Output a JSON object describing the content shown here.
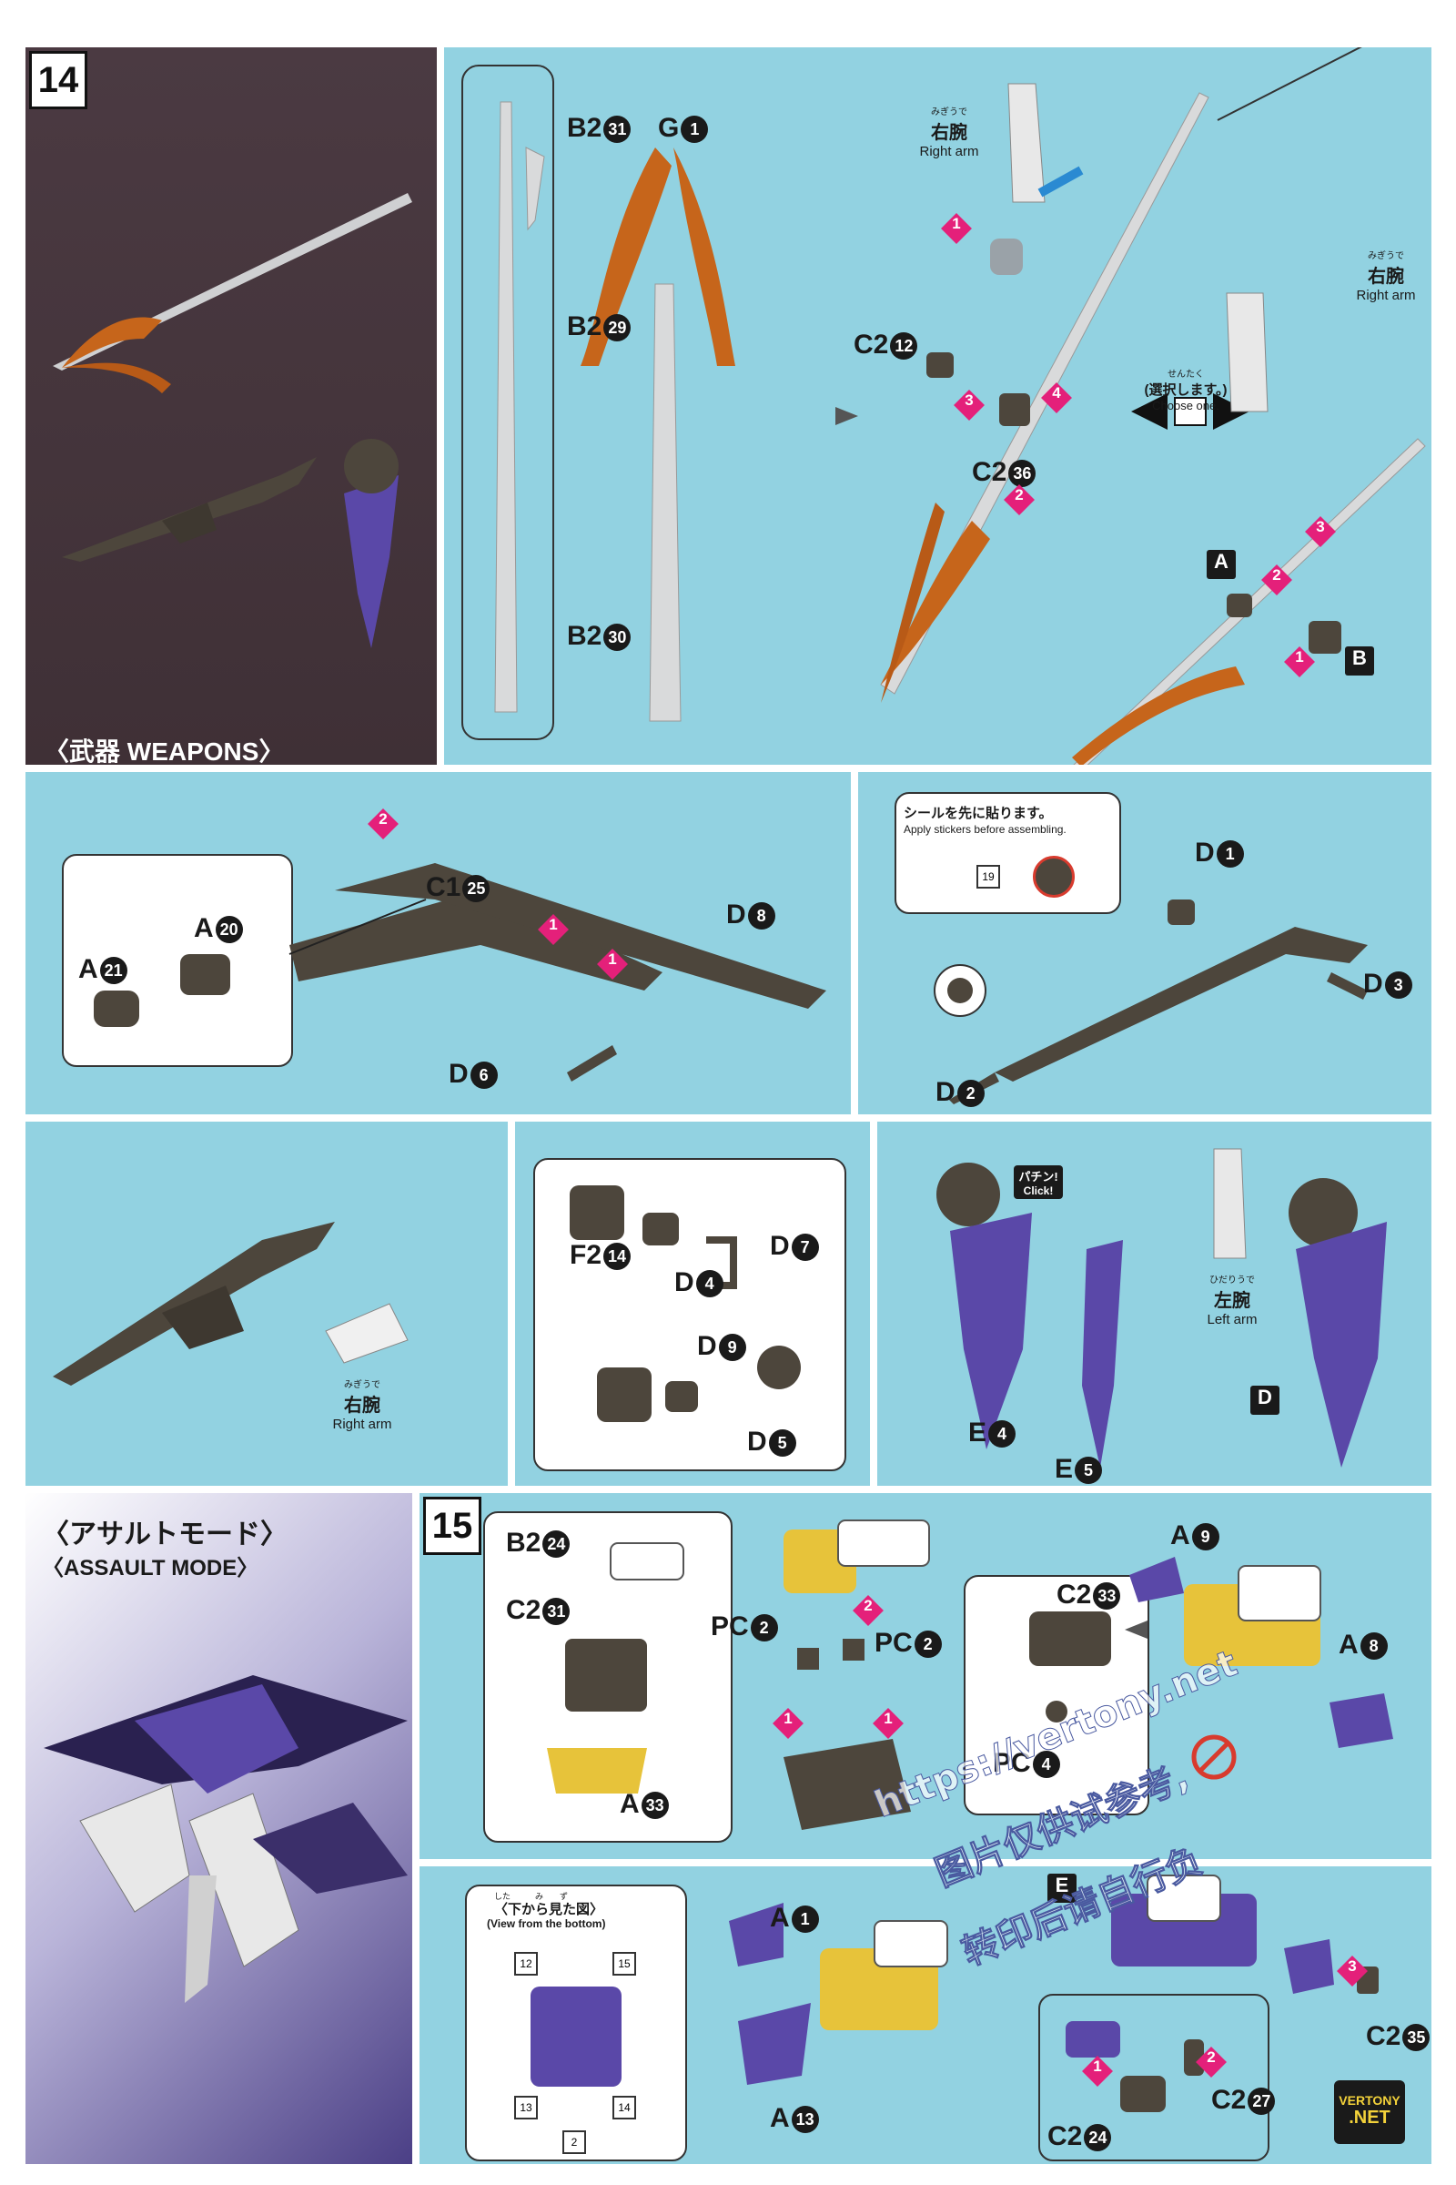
{
  "step14": {
    "number": "14",
    "weapons_heading": "〈武器 WEAPONS〉",
    "parts": {
      "b2_31": "B2",
      "b2_31_n": "31",
      "b2_29": "B2",
      "b2_29_n": "29",
      "b2_30": "B2",
      "b2_30_n": "30",
      "g1": "G",
      "g1_n": "1",
      "c2_12": "C2",
      "c2_12_n": "12",
      "c2_36": "C2",
      "c2_36_n": "36",
      "c1_25": "C1",
      "c1_25_n": "25",
      "d8": "D",
      "d8_n": "8",
      "a20": "A",
      "a20_n": "20",
      "a21": "A",
      "a21_n": "21",
      "d6": "D",
      "d6_n": "6",
      "d1": "D",
      "d1_n": "1",
      "d3": "D",
      "d3_n": "3",
      "d2": "D",
      "d2_n": "2",
      "d7": "D",
      "d7_n": "7",
      "f2_14": "F2",
      "f2_14_n": "14",
      "d4": "D",
      "d4_n": "4",
      "d9": "D",
      "d9_n": "9",
      "d5": "D",
      "d5_n": "5",
      "e4": "E",
      "e4_n": "4",
      "e5": "E",
      "e5_n": "5"
    },
    "right_arm_ruby": "みぎうで",
    "right_arm_jp": "右腕",
    "right_arm_en": "Right arm",
    "left_arm_ruby": "ひだりうで",
    "left_arm_jp": "左腕",
    "left_arm_en": "Left arm",
    "choose_ruby": "せんたく",
    "choose_jp": "(選択します。)",
    "choose_en": "Choose one.",
    "sticker_jp": "シールを先に貼ります。",
    "sticker_en": "Apply stickers before assembling.",
    "sticker_no": "19",
    "click_jp": "パチン!",
    "click_en": "Click!",
    "option_a": "A",
    "option_b": "B",
    "option_d": "D"
  },
  "step15": {
    "number": "15",
    "mode_jp": "〈アサルトモード〉",
    "mode_en": "〈ASSAULT MODE〉",
    "bottom_view_ruby": "した　　　み　　ず",
    "bottom_view_jp": "〈下から見た図〉",
    "bottom_view_en": "(View from the bottom)",
    "stickers": [
      "12",
      "15",
      "13",
      "14",
      "2"
    ],
    "parts": {
      "b2_24": "B2",
      "b2_24_n": "24",
      "c2_31": "C2",
      "c2_31_n": "31",
      "a33": "A",
      "a33_n": "33",
      "pc2a": "PC",
      "pc2a_n": "2",
      "pc2b": "PC",
      "pc2b_n": "2",
      "c2_33": "C2",
      "c2_33_n": "33",
      "pc4": "PC",
      "pc4_n": "4",
      "a9": "A",
      "a9_n": "9",
      "a8": "A",
      "a8_n": "8",
      "a1": "A",
      "a1_n": "1",
      "a13": "A",
      "a13_n": "13",
      "c2_35": "C2",
      "c2_35_n": "35",
      "c2_24": "C2",
      "c2_24_n": "24",
      "c2_27": "C2",
      "c2_27_n": "27"
    },
    "option_e": "E"
  },
  "watermark": {
    "url": "https://vertony.net",
    "line1": "图片仅供试参考,",
    "line2": "转印后请自行负",
    "badge_top": "VERTONY",
    "badge_bottom": ".NET"
  },
  "colors": {
    "panel_blue": "#92d2e1",
    "dark_panel": "#4a3a40",
    "step_pink": "#e4207a",
    "weapon_orange": "#c6651b",
    "weapon_silver": "#d9dadb",
    "rifle_brown": "#4d463c",
    "shield_purple": "#5a48a8"
  }
}
